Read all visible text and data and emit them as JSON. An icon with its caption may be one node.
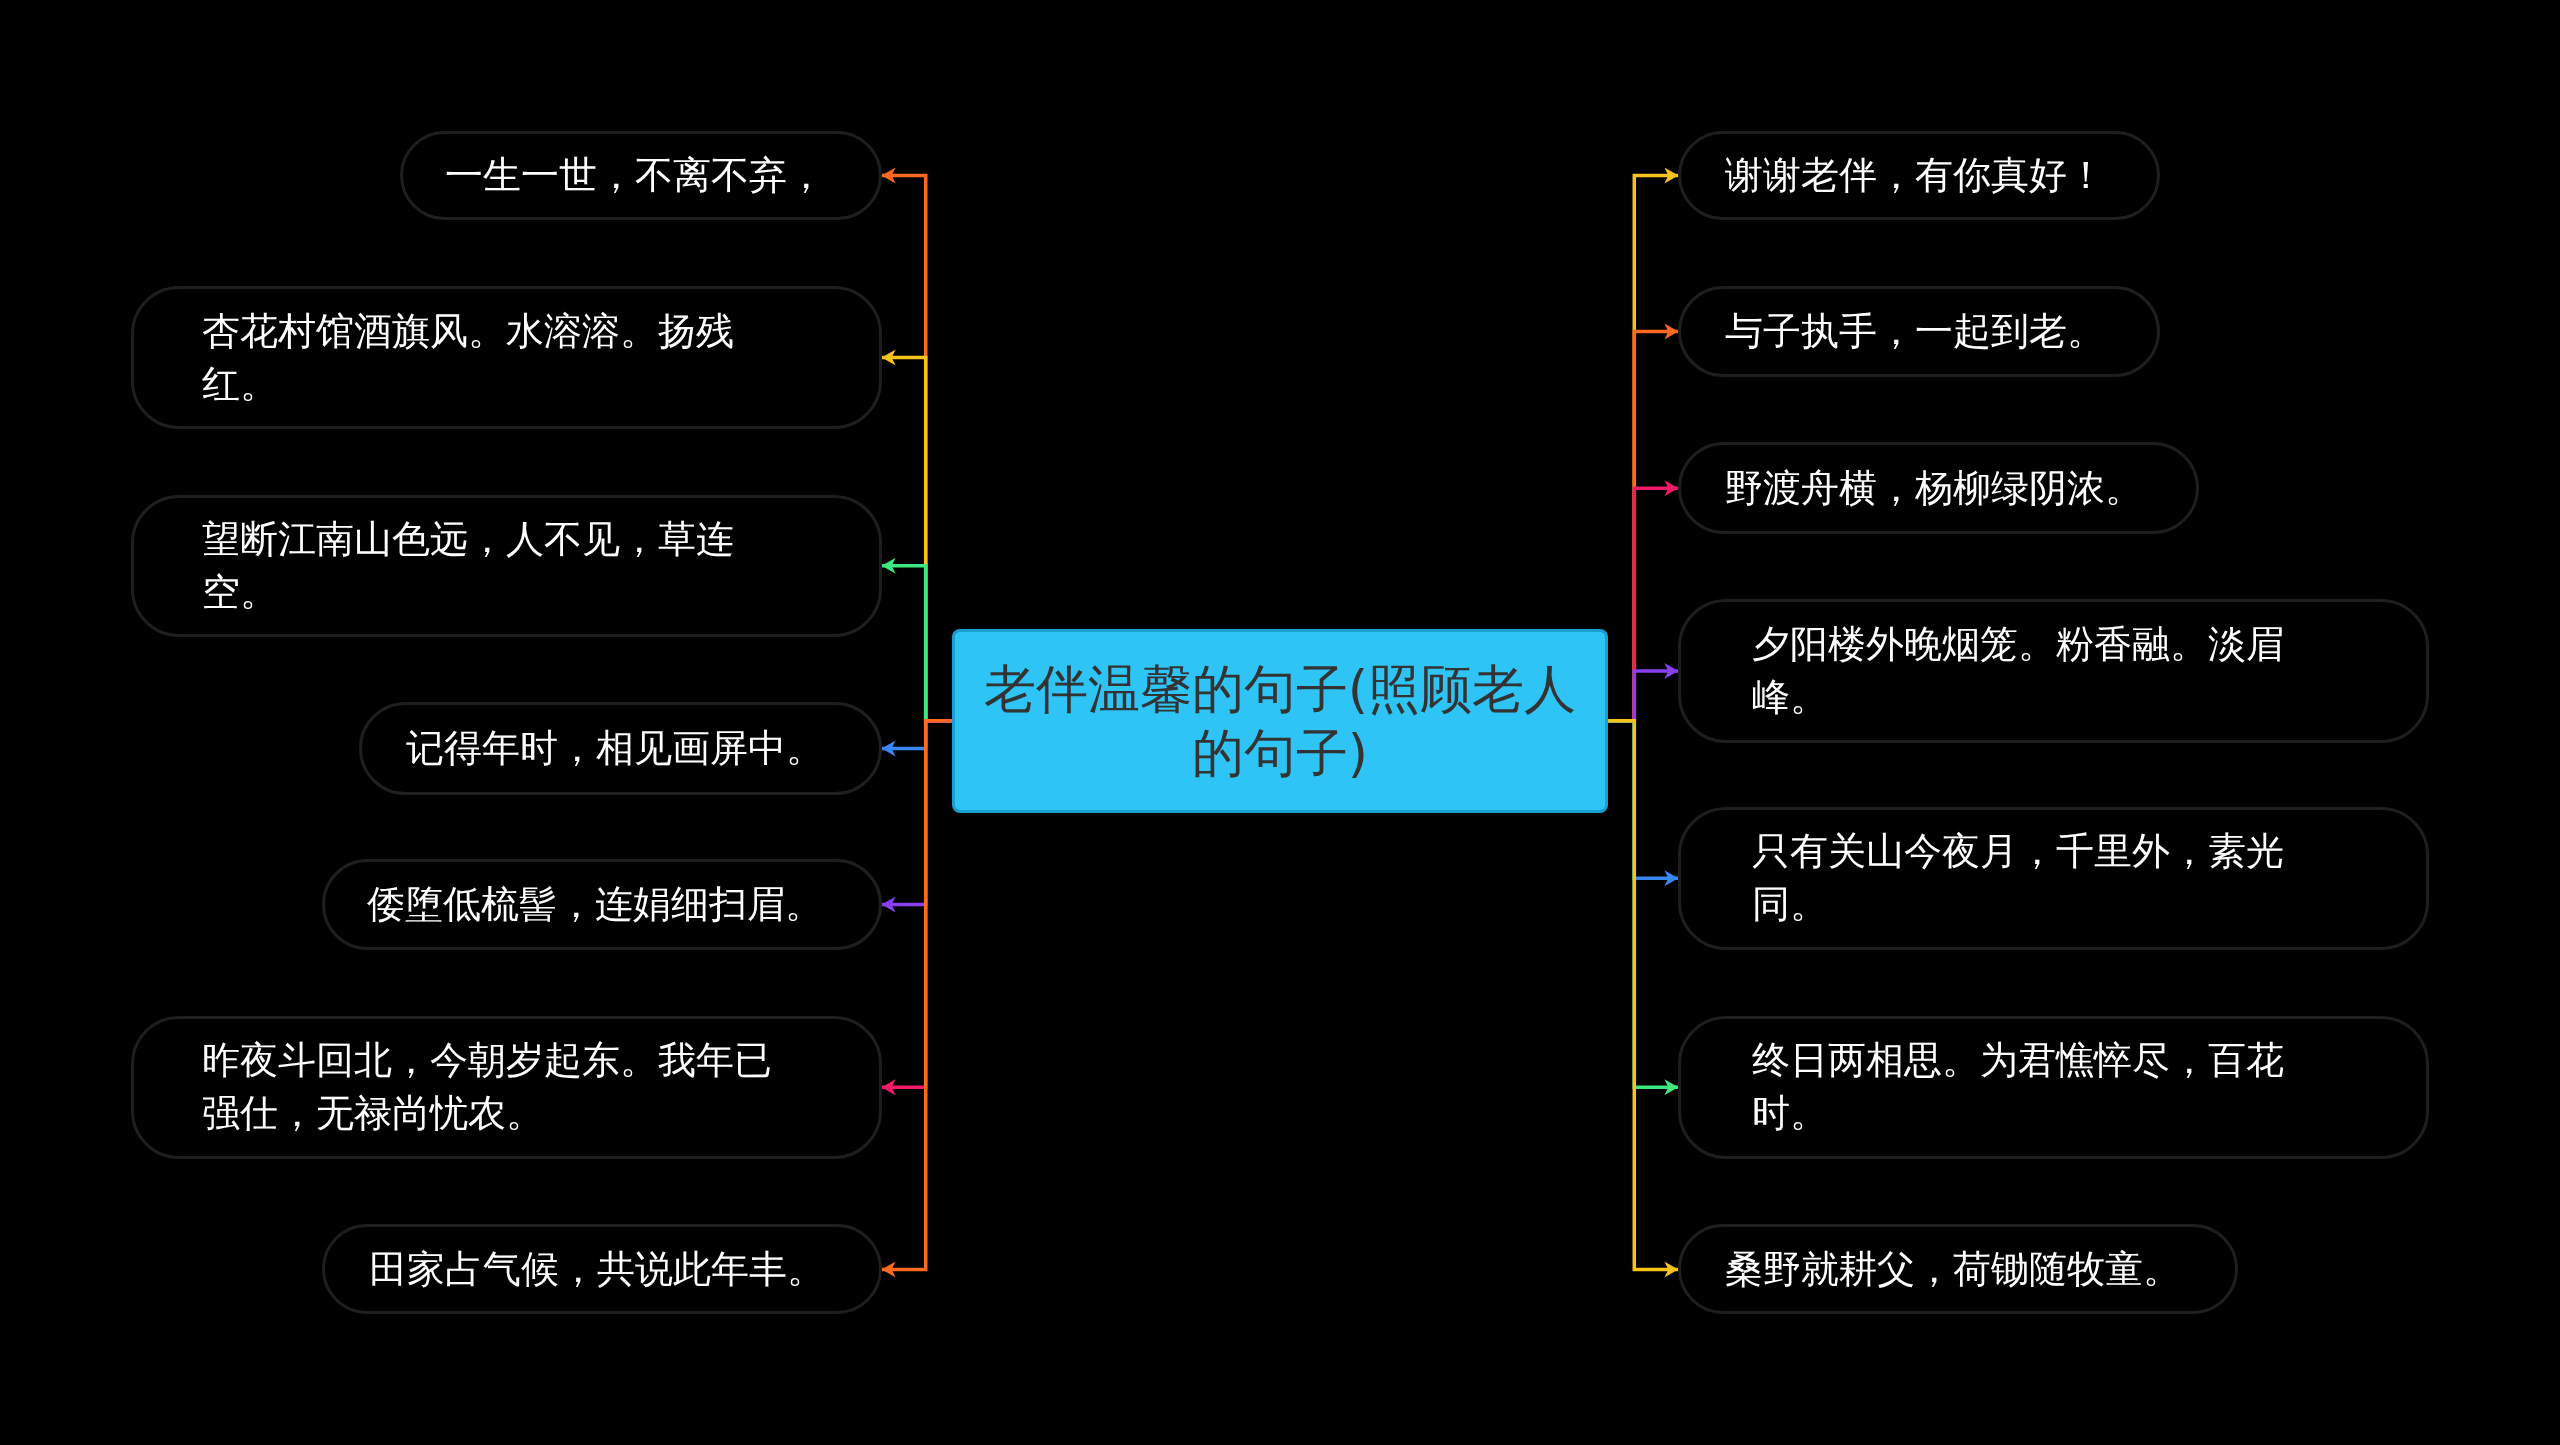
{
  "diagram": {
    "nodes": [
      {
        "text": [
          "老伴温馨的句子(照顾老人的句子)"
        ]
      },
      {
        "text": [
          "一生一世，不离不弃，"
        ]
      },
      {
        "text": [
          "杏花村馆酒旗风。水溶溶。扬残红。"
        ]
      },
      {
        "text": [
          "望断江南山色远，人不见，草连空。"
        ]
      },
      {
        "text": [
          "记得年时，相见画屏中。"
        ]
      },
      {
        "text": [
          "倭堕低梳髻，连娟细扫眉。"
        ]
      },
      {
        "text": [
          "昨夜斗回北，今朝岁起东。我年已强仕，无禄尚忧农。"
        ]
      },
      {
        "text": [
          "田家占气候，共说此年丰。"
        ]
      },
      {
        "text": [
          "谢谢老伴，有你真好！"
        ]
      },
      {
        "text": [
          "与子执手，一起到老。"
        ]
      },
      {
        "text": [
          "野渡舟横，杨柳绿阴浓。"
        ]
      },
      {
        "text": [
          "夕阳楼外晚烟笼。粉香融。淡眉峰。"
        ]
      },
      {
        "text": [
          "只有关山今夜月，千里外，素光同。"
        ]
      },
      {
        "text": [
          "终日两相思。为君憔悴尽，百花时。"
        ]
      },
      {
        "text": [
          "桑野就耕父，荷锄随牧童。"
        ]
      }
    ],
    "edges": [
      {
        "from": 0,
        "to": 1,
        "arrow": "to",
        "color": "#ff6a1f"
      },
      {
        "from": 0,
        "to": 2,
        "arrow": "to",
        "color": "#f7c31b"
      },
      {
        "from": 0,
        "to": 3,
        "arrow": "to",
        "color": "#3ee87f"
      },
      {
        "from": 0,
        "to": 4,
        "arrow": "to",
        "color": "#3a86f5"
      },
      {
        "from": 0,
        "to": 5,
        "arrow": "to",
        "color": "#8a3ff0"
      },
      {
        "from": 0,
        "to": 6,
        "arrow": "to",
        "color": "#f21b6a"
      },
      {
        "from": 0,
        "to": 7,
        "arrow": "to",
        "color": "#ff6a1f"
      },
      {
        "from": 0,
        "to": 8,
        "arrow": "to",
        "color": "#f7c31b"
      },
      {
        "from": 0,
        "to": 9,
        "arrow": "to",
        "color": "#ff6a1f"
      },
      {
        "from": 0,
        "to": 10,
        "arrow": "to",
        "color": "#f21b6a"
      },
      {
        "from": 0,
        "to": 11,
        "arrow": "to",
        "color": "#8a3ff0"
      },
      {
        "from": 0,
        "to": 12,
        "arrow": "to",
        "color": "#3a86f5"
      },
      {
        "from": 0,
        "to": 13,
        "arrow": "to",
        "color": "#3ee87f"
      },
      {
        "from": 0,
        "to": 14,
        "arrow": "to",
        "color": "#f7c31b"
      }
    ]
  }
}
